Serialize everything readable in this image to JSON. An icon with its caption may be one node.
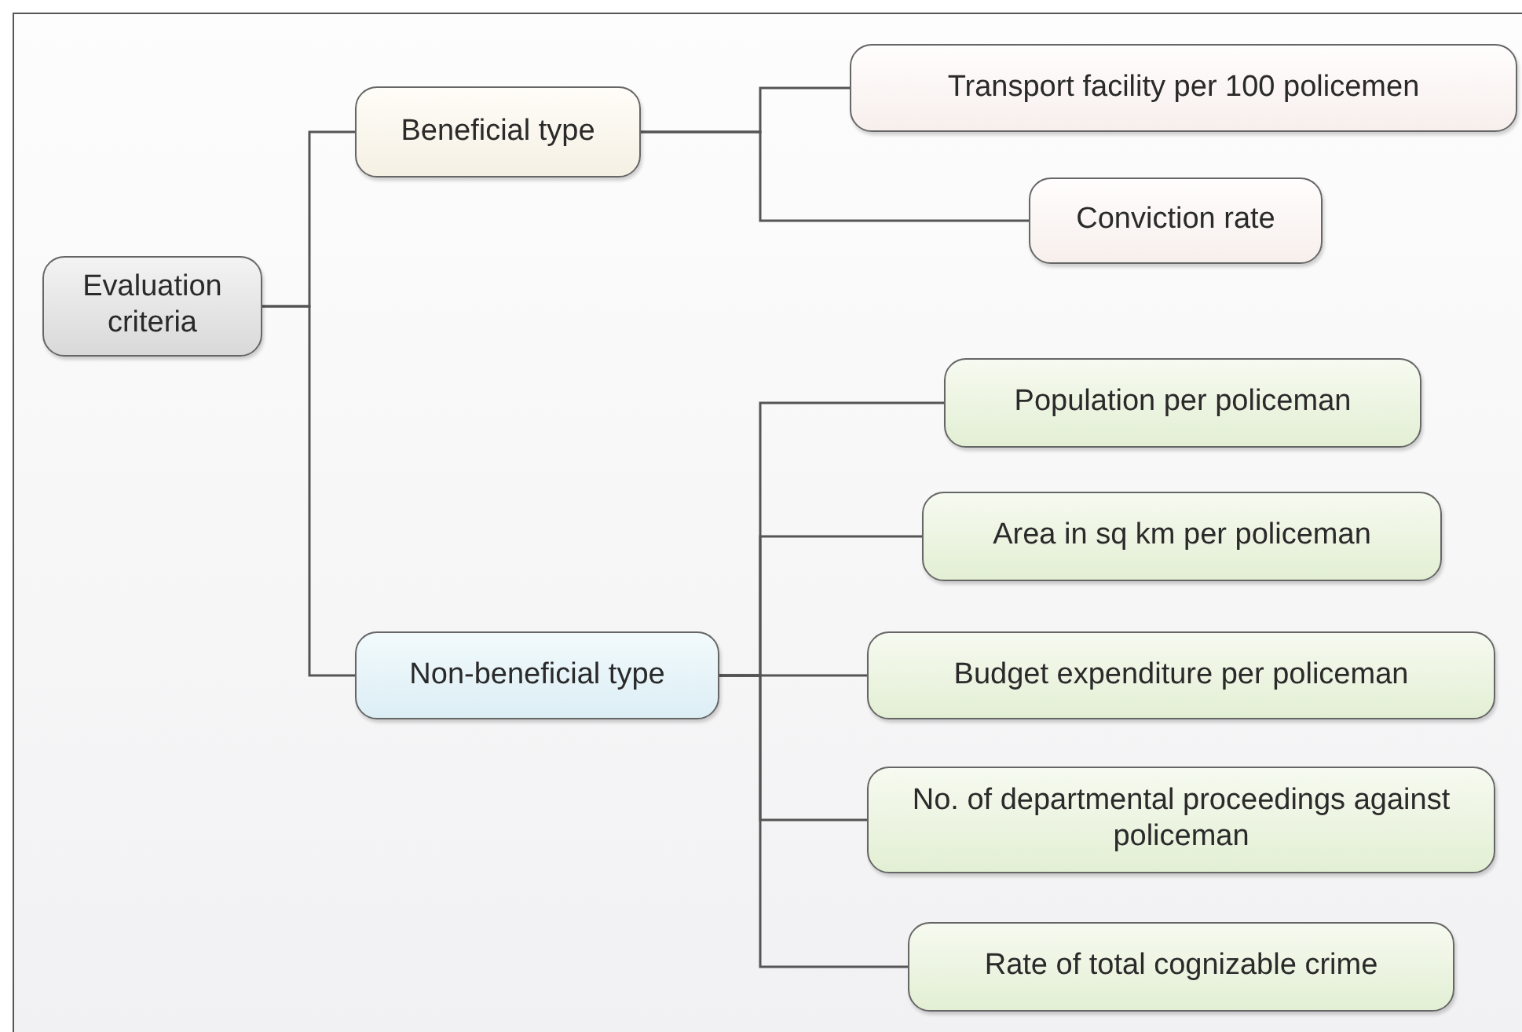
{
  "diagram": {
    "nodes": [
      {
        "text": [
          "Evaluation criteria"
        ]
      },
      {
        "text": [
          "Beneficial type"
        ]
      },
      {
        "text": [
          "Non-beneficial type"
        ]
      },
      {
        "text": [
          "Transport facility per 100 policemen"
        ]
      },
      {
        "text": [
          "Conviction rate"
        ]
      },
      {
        "text": [
          "Population per policeman"
        ]
      },
      {
        "text": [
          "Area in sq km per policeman"
        ]
      },
      {
        "text": [
          "Budget expenditure per policeman"
        ]
      },
      {
        "text": [
          "No. of departmental proceedings against policeman"
        ]
      },
      {
        "text": [
          "Rate of total cognizable crime"
        ]
      }
    ],
    "edges": [
      {
        "from": 0,
        "to": 1,
        "arrow": "none"
      },
      {
        "from": 0,
        "to": 2,
        "arrow": "none"
      },
      {
        "from": 1,
        "to": 3,
        "arrow": "none"
      },
      {
        "from": 1,
        "to": 4,
        "arrow": "none"
      },
      {
        "from": 2,
        "to": 5,
        "arrow": "none"
      },
      {
        "from": 2,
        "to": 6,
        "arrow": "none"
      },
      {
        "from": 2,
        "to": 7,
        "arrow": "none"
      },
      {
        "from": 2,
        "to": 8,
        "arrow": "none"
      },
      {
        "from": 2,
        "to": 9,
        "arrow": "none"
      }
    ]
  }
}
